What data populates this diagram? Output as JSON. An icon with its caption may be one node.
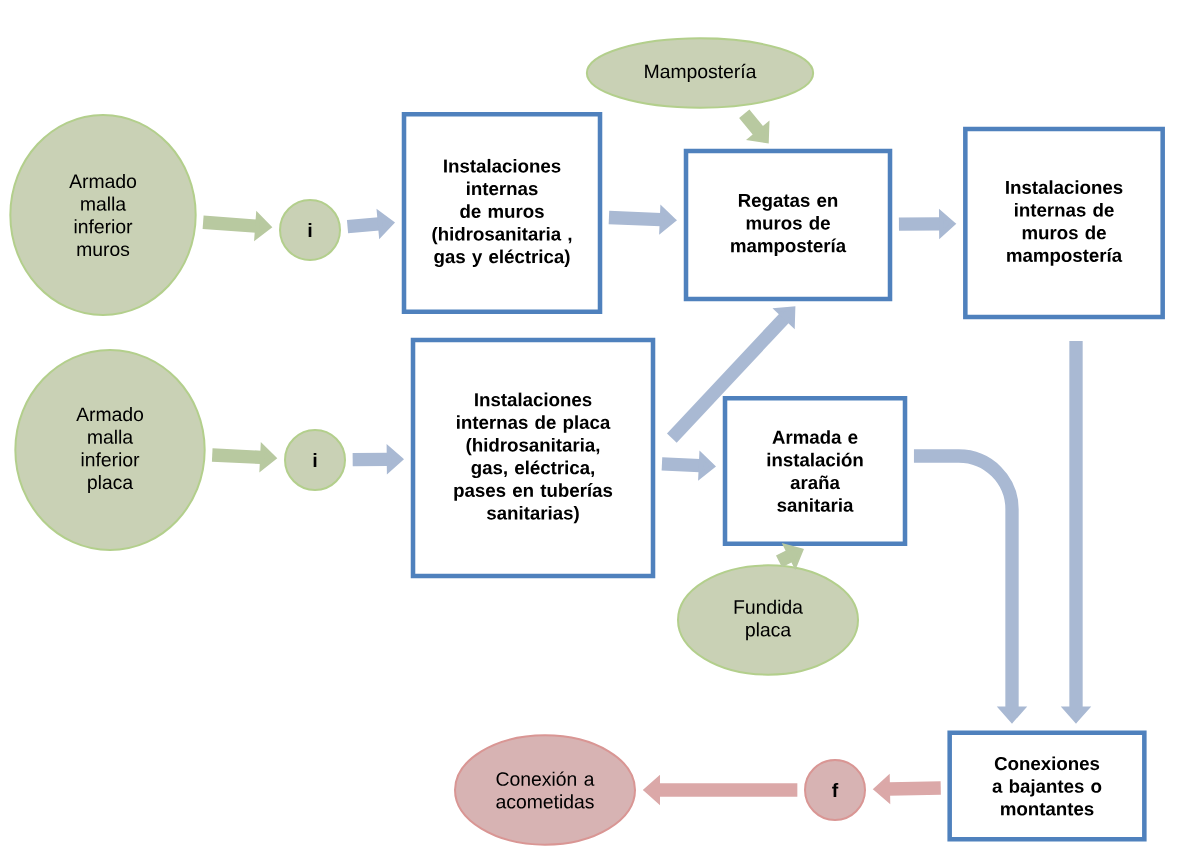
{
  "diagram": {
    "nodes": [
      {
        "text": [
          "Armado malla inferior muros"
        ]
      },
      {
        "text": [
          "i"
        ]
      },
      {
        "text": [
          "Instalaciones internas de muros (hidrosanitaria , gas y eléctrica)"
        ]
      },
      {
        "text": [
          "Mampostería"
        ]
      },
      {
        "text": [
          "Regatas en muros de mampostería"
        ]
      },
      {
        "text": [
          "Instalaciones internas de muros de mampostería"
        ]
      },
      {
        "text": [
          "Armado malla inferior placa"
        ]
      },
      {
        "text": [
          "i"
        ]
      },
      {
        "text": [
          "Instalaciones internas de placa (hidrosanitaria, gas, eléctrica, pases en tuberías sanitarias)"
        ]
      },
      {
        "text": [
          "Armada e instalación araña sanitaria"
        ]
      },
      {
        "text": [
          "Fundida placa"
        ]
      },
      {
        "text": [
          "Conexiones a bajantes o montantes"
        ]
      },
      {
        "text": [
          "f"
        ]
      },
      {
        "text": [
          "Conexión a acometidas"
        ]
      }
    ],
    "edges": [
      {
        "from": 0,
        "to": 1,
        "arrow": "to",
        "color": "#b8c9a0"
      },
      {
        "from": 1,
        "to": 2,
        "arrow": "to"
      },
      {
        "from": 2,
        "to": 4,
        "arrow": "to"
      },
      {
        "from": 3,
        "to": 4,
        "arrow": "to",
        "color": "#b8c9a0"
      },
      {
        "from": 4,
        "to": 5,
        "arrow": "to"
      },
      {
        "from": 6,
        "to": 7,
        "arrow": "to",
        "color": "#b8c9a0"
      },
      {
        "from": 7,
        "to": 8,
        "arrow": "to"
      },
      {
        "from": 8,
        "to": 4,
        "arrow": "to"
      },
      {
        "from": 8,
        "to": 9,
        "arrow": "to"
      },
      {
        "from": 10,
        "to": 9,
        "arrow": "to",
        "color": "#b8c9a0"
      },
      {
        "from": 9,
        "to": 11,
        "arrow": "to"
      },
      {
        "from": 5,
        "to": 11,
        "arrow": "to"
      },
      {
        "from": 11,
        "to": 12,
        "arrow": "to",
        "color": "#dba8a8"
      },
      {
        "from": 12,
        "to": 13,
        "arrow": "to",
        "color": "#dba8a8"
      }
    ]
  }
}
